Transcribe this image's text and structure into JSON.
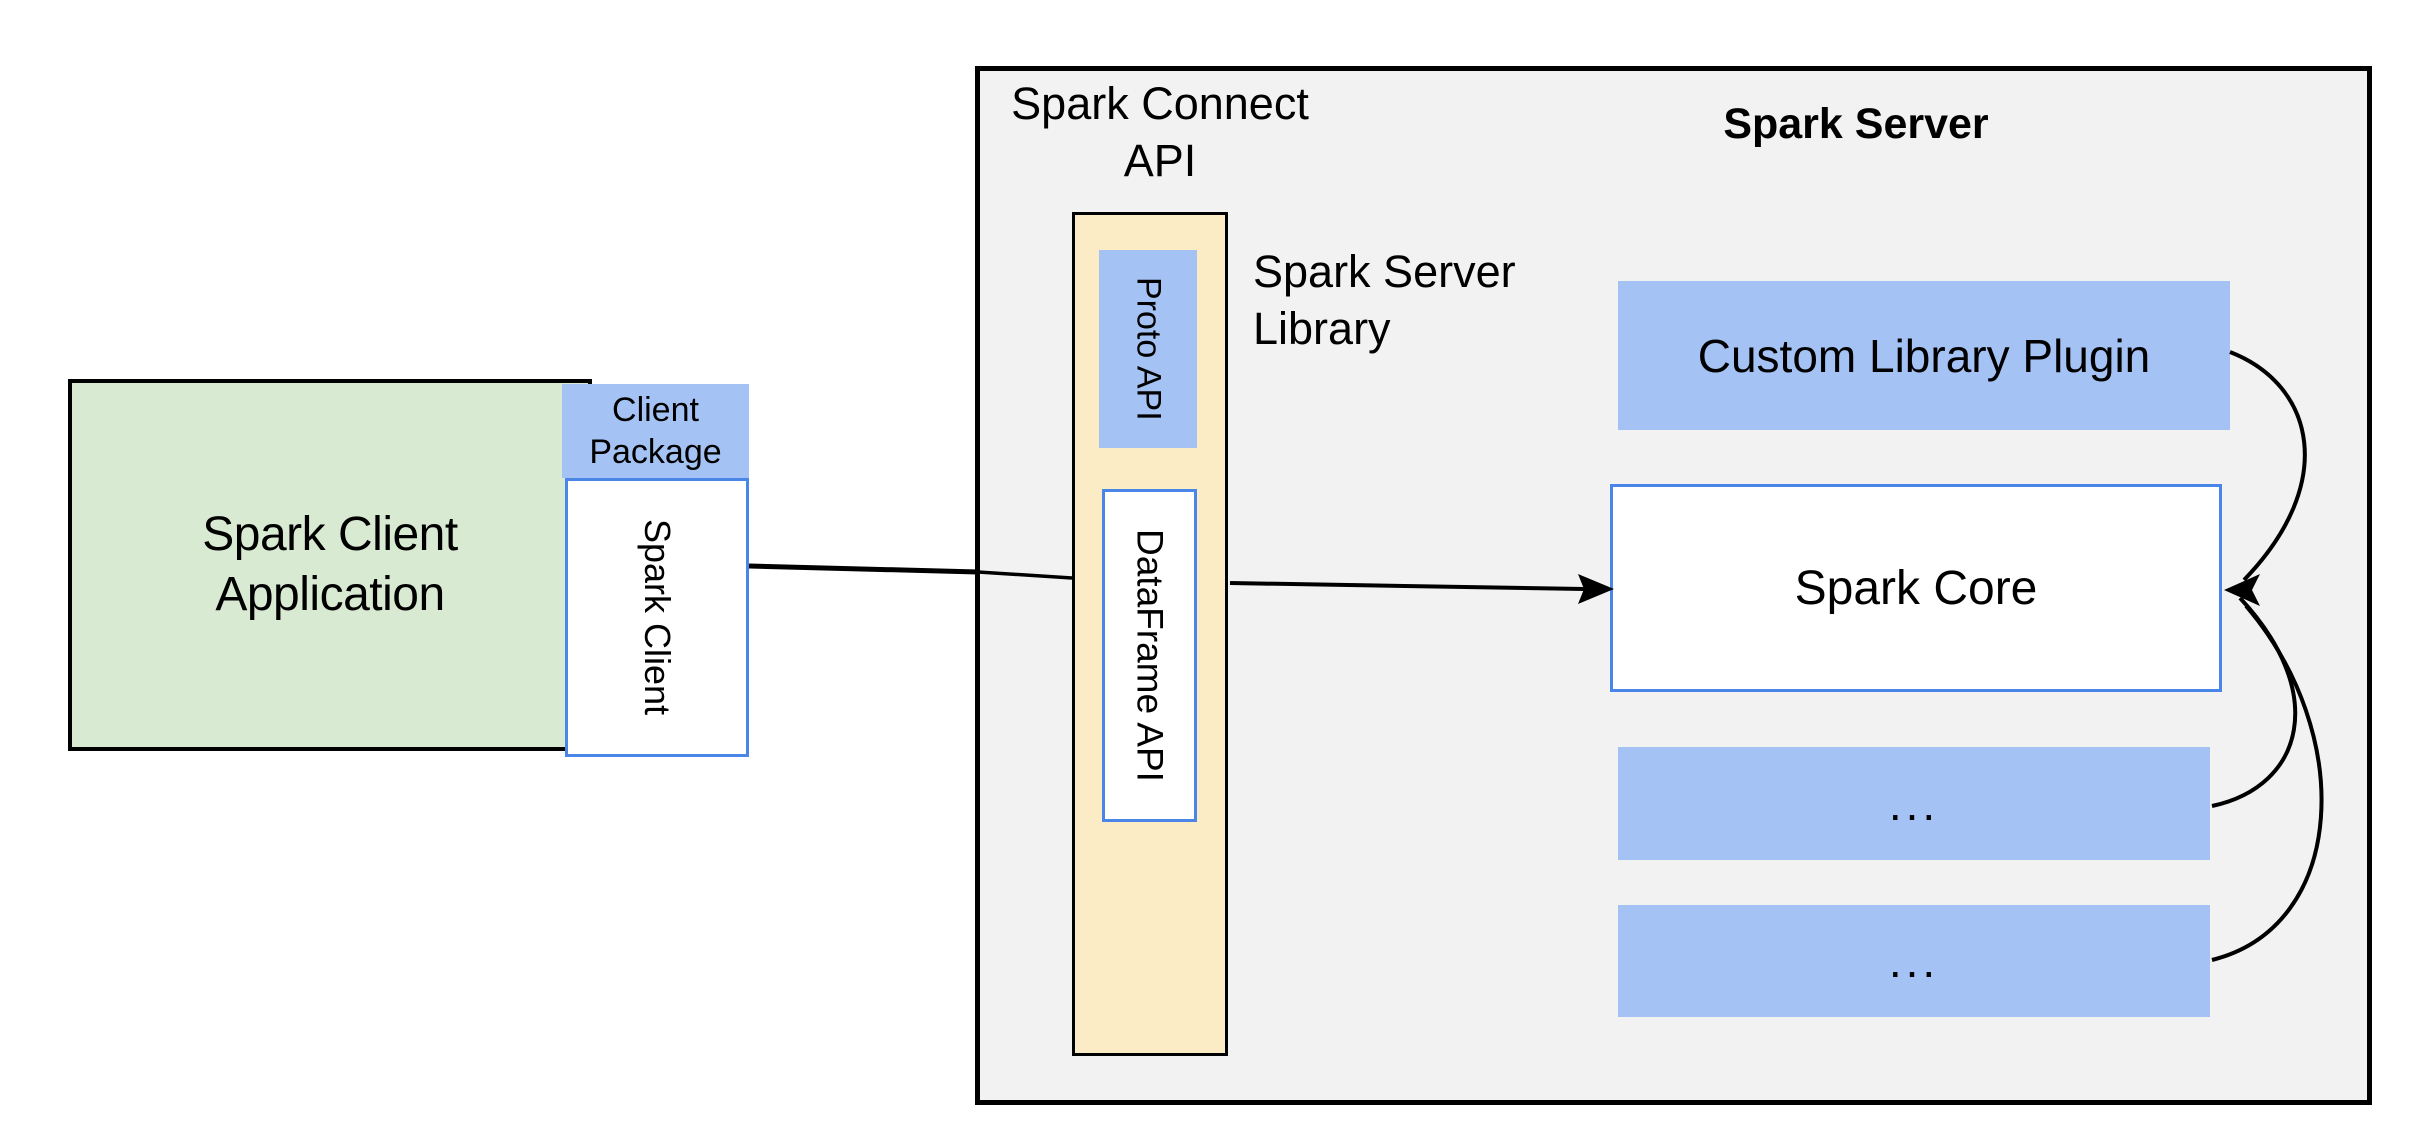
{
  "diagram": {
    "client": {
      "app_label_line1": "Spark Client",
      "app_label_line2": "Application",
      "package_label_line1": "Client",
      "package_label_line2": "Package",
      "spark_client_label": "Spark Client"
    },
    "server": {
      "connect_api_line1": "Spark Connect",
      "connect_api_line2": "API",
      "title": "Spark Server",
      "library_label_line1": "Spark Server",
      "library_label_line2": "Library",
      "proto_api_label": "Proto API",
      "dataframe_api_label": "DataFrame API",
      "plugin_label": "Custom Library Plugin",
      "core_label": "Spark Core",
      "ellipsis_box_1": "...",
      "ellipsis_box_2": "..."
    },
    "colors": {
      "c-blue-fill": "#a4c2f4",
      "c-blue-border": "#4a86e8",
      "c-green-fill": "#d9ead3",
      "c-yellow-fill": "#fcecc5",
      "c-gray-fill": "#f2f2f2",
      "c-line": "#000000"
    }
  }
}
